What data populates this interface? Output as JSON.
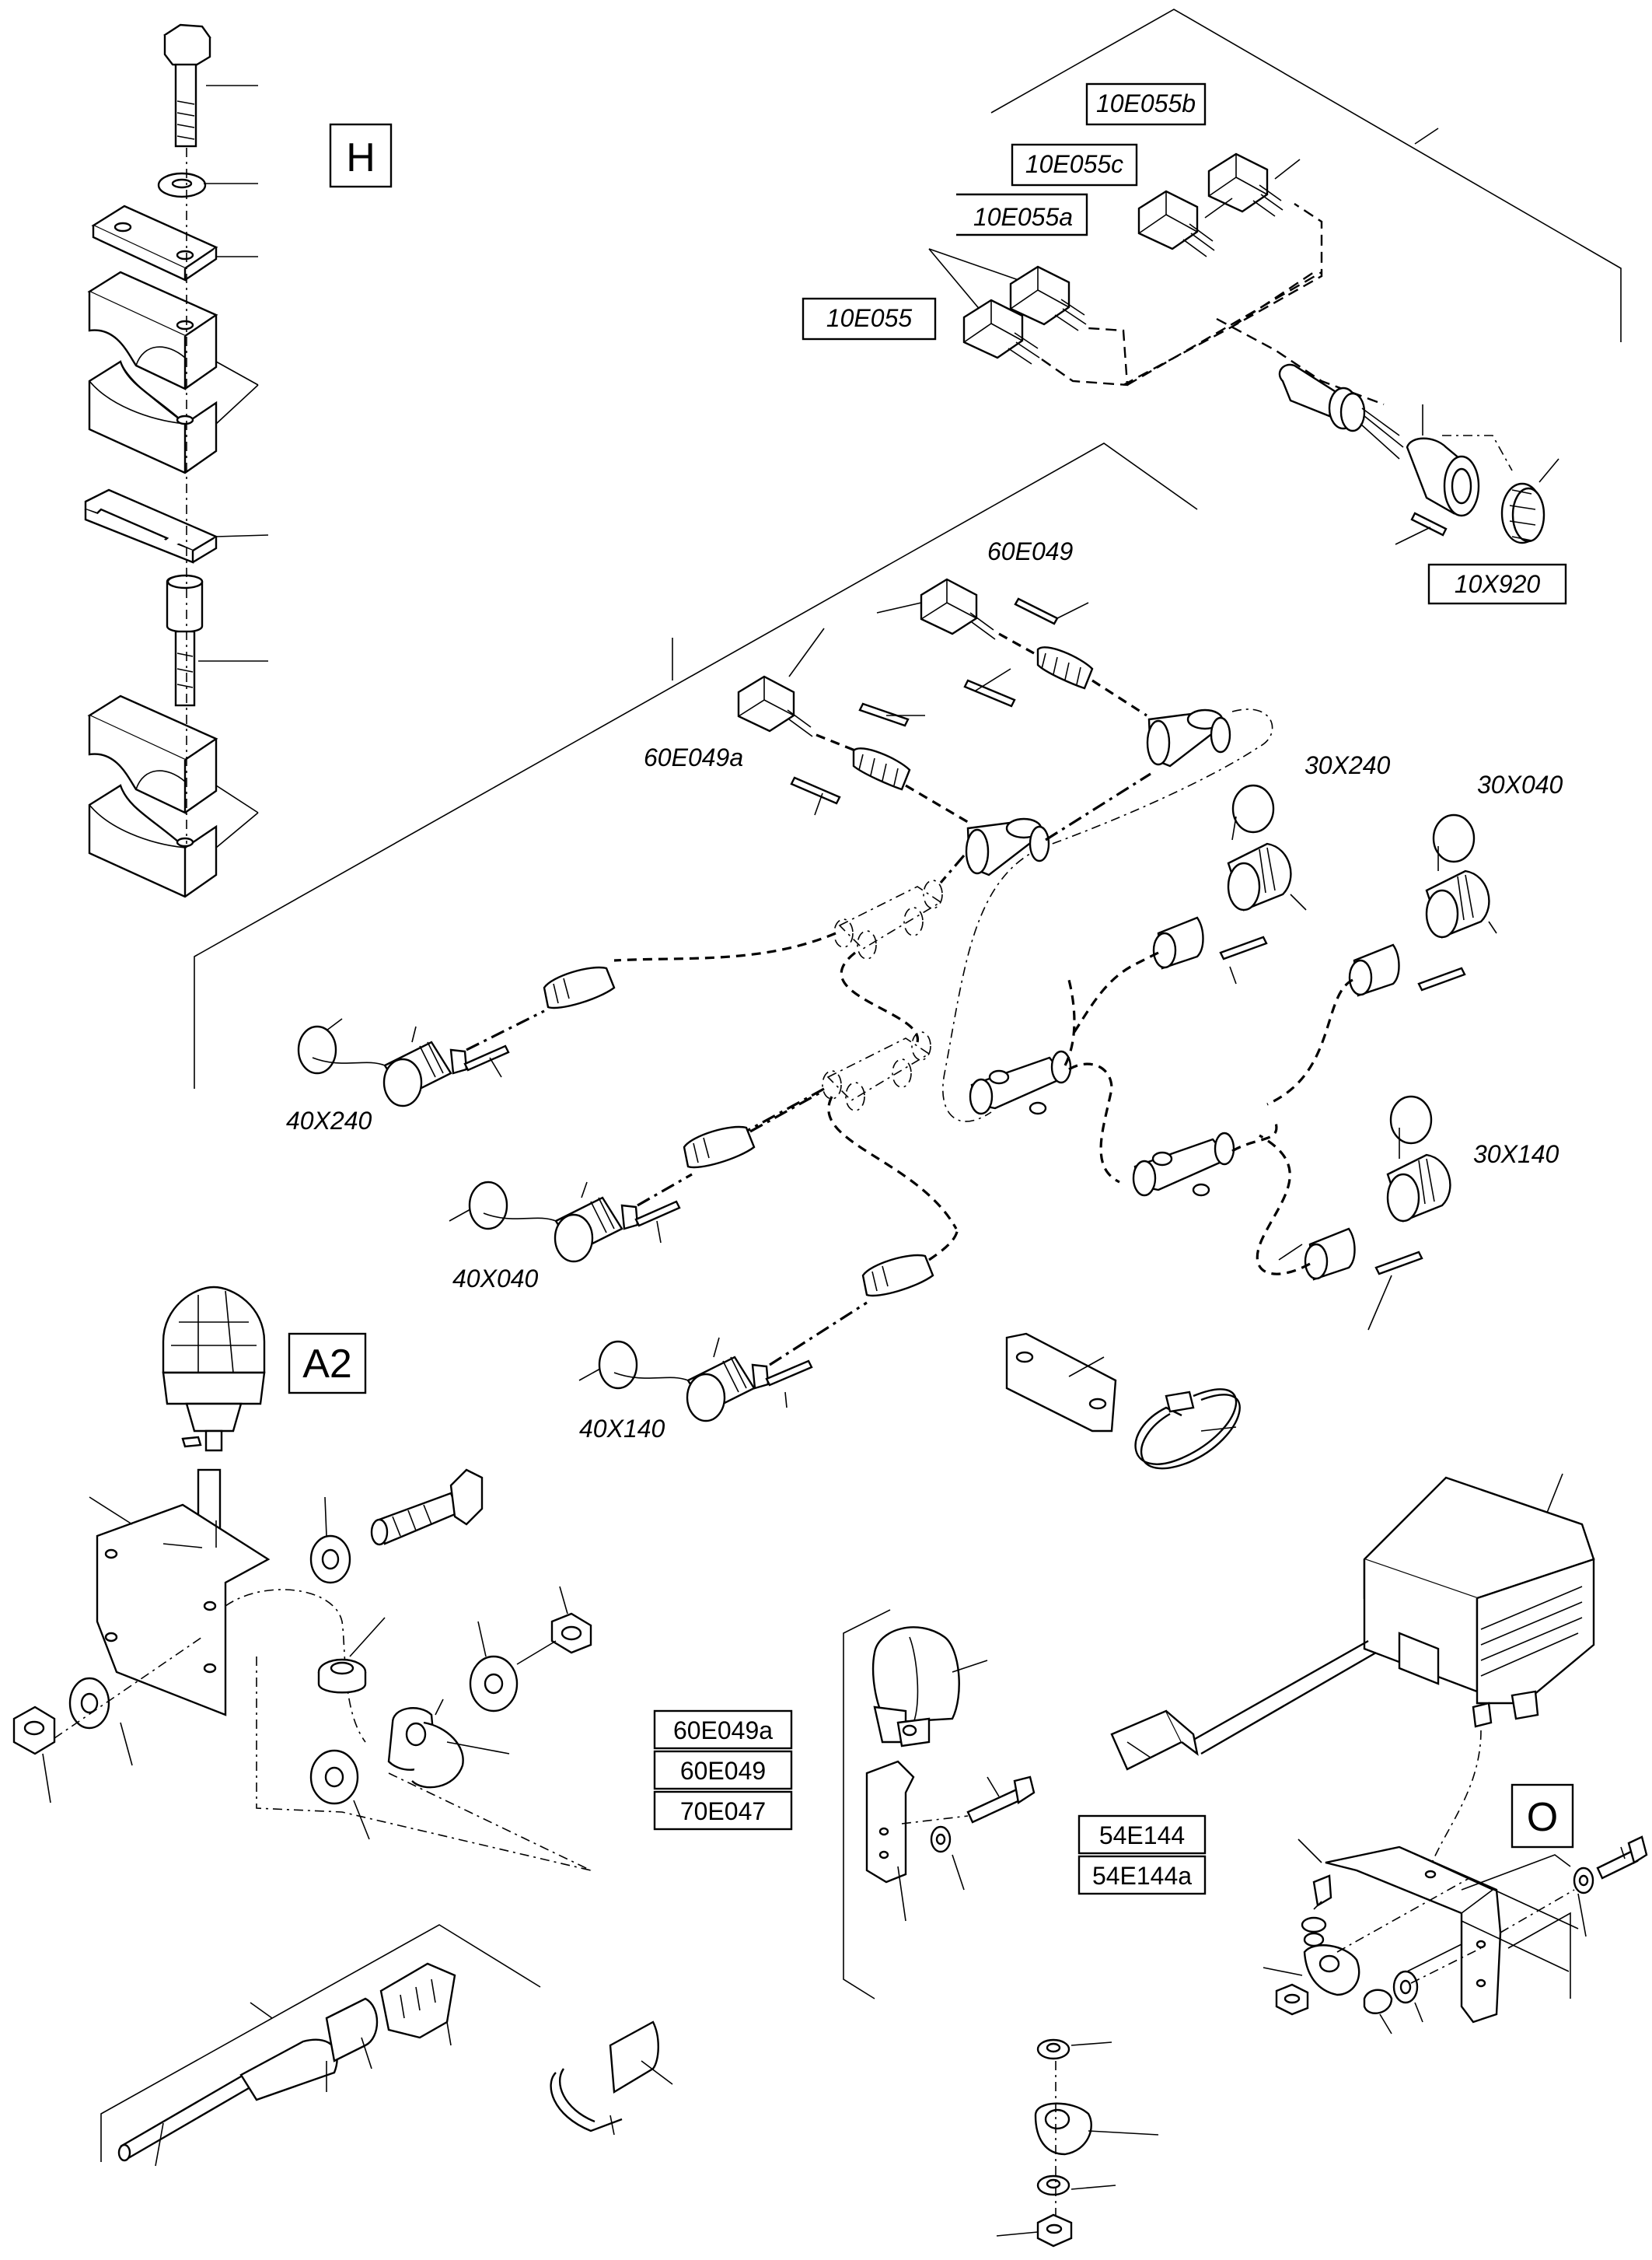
{
  "section_markers": {
    "H": "H",
    "A2": "A2",
    "O": "O"
  },
  "connector_labels": {
    "l_10E055b": "10E055b",
    "l_10E055c": "10E055c",
    "l_10E055a": "10E055a",
    "l_10E055": "10E055",
    "l_10X920": "10X920",
    "l_60E049": "60E049",
    "l_60E049a": "60E049a",
    "l_30X240": "30X240",
    "l_30X040": "30X040",
    "l_30X140": "30X140",
    "l_40X240": "40X240",
    "l_40X040": "40X040",
    "l_40X140": "40X140"
  },
  "reference_boxes": {
    "group_a2": [
      "60E049a",
      "60E049",
      "70E047"
    ],
    "group_o": [
      "54E144",
      "54E144a"
    ]
  }
}
